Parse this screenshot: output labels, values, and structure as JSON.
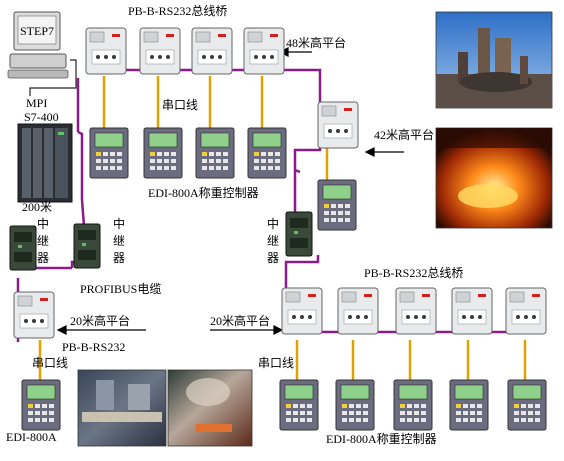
{
  "labels": {
    "step7": "STEP7",
    "mpi": "MPI",
    "s7_400": "S7-400",
    "top_bridge": "PB-B-RS232总线桥",
    "platform_48": "48米高平台",
    "platform_42": "42米高平台",
    "serial_line_top": "串口线",
    "controller_top": "EDI-800A称重控制器",
    "repeater_200m": "200米",
    "repeater_left_a": "中继器",
    "repeater_left_b": "中继器",
    "repeater_right": "中继器",
    "profibus": "PROFIBUS电缆",
    "platform_20_left": "20米高平台",
    "platform_20_right": "20米高平台",
    "bridge_bottom_left": "PB-B-RS232",
    "serial_line_left": "串口线",
    "controller_left": "EDI-800A",
    "bridge_bottom_right": "PB-B-RS232总线桥",
    "serial_line_right": "串口线",
    "controller_bottom": "EDI-800A称重控制器"
  },
  "colors": {
    "profibus_cable": "#8b1a8b",
    "serial_cable": "#e0a200",
    "bridge_body": "#e8eaec",
    "controller_body": "#6c6c80",
    "controller_screen": "#8fd08a",
    "repeater_body": "#3a4a3a",
    "plc_body": "#2a2e33"
  }
}
